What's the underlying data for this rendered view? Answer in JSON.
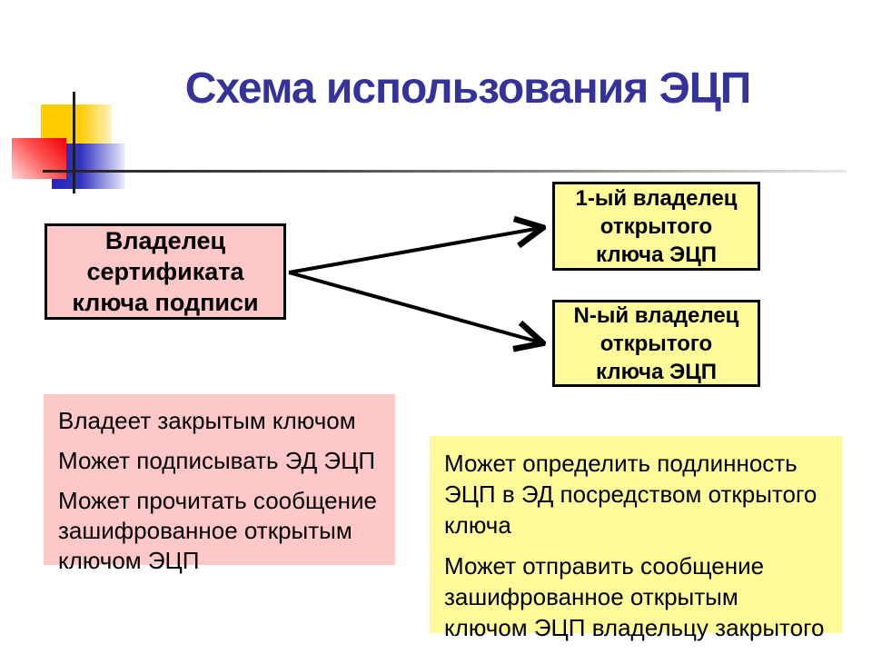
{
  "slide": {
    "title": "Схема использования ЭЦП"
  },
  "colors": {
    "title_text": "#333399",
    "pink_fill": "#ffc8c8",
    "yellow_fill": "#fffb9b",
    "box_border": "#000000",
    "arrow": "#000000"
  },
  "diagram": {
    "owner_box": {
      "lines": [
        "Владелец",
        "сертификата",
        "ключа подписи"
      ]
    },
    "recipient_boxes": [
      {
        "lines": [
          "1-ый владелец",
          "открытого",
          "ключа ЭЦП"
        ]
      },
      {
        "lines": [
          "N-ый владелец",
          "открытого",
          "ключа ЭЦП"
        ]
      }
    ]
  },
  "notes": {
    "owner_capabilities": [
      "Владеет закрытым ключом",
      "Может подписывать ЭД ЭЦП",
      "Может прочитать сообщение зашифрованное открытым ключом ЭЦП"
    ],
    "recipient_capabilities": [
      "Может определить подлинность ЭЦП в ЭД посредством открытого ключа",
      "Может отправить сообщение зашифрованное открытым ключом ЭЦП владельцу закрытого ключа"
    ]
  }
}
